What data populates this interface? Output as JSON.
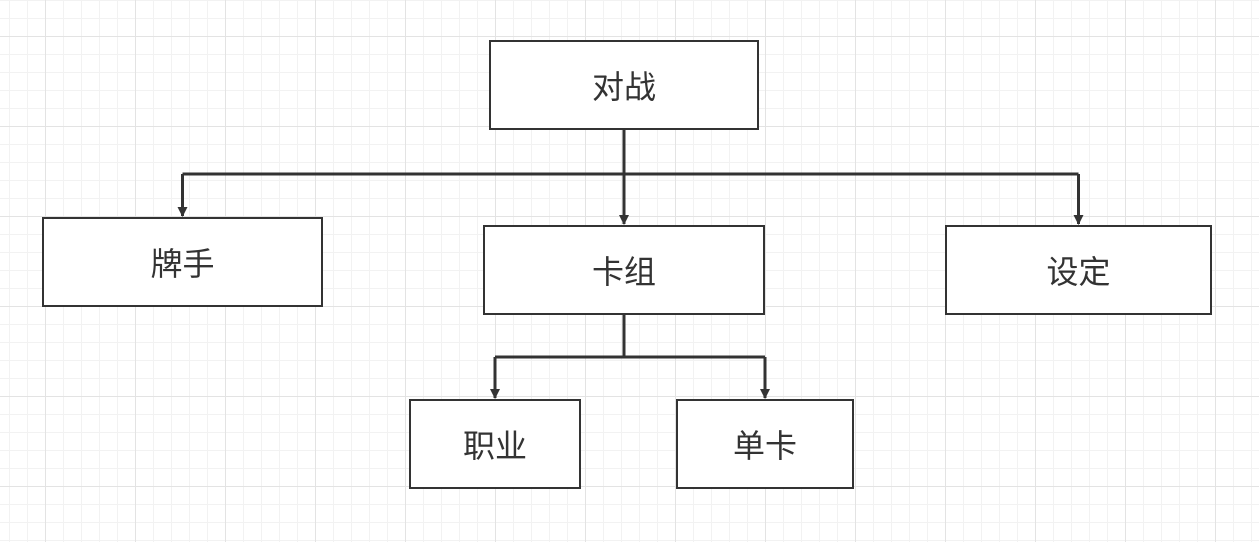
{
  "diagram": {
    "type": "tree",
    "nodes": {
      "root": "对战",
      "hand": "牌手",
      "deck": "卡组",
      "settings": "设定",
      "class": "职业",
      "single_card": "单卡"
    },
    "edges": [
      [
        "root",
        "hand"
      ],
      [
        "root",
        "deck"
      ],
      [
        "root",
        "settings"
      ],
      [
        "deck",
        "class"
      ],
      [
        "deck",
        "single_card"
      ]
    ],
    "colors": {
      "stroke": "#333333",
      "fill": "#ffffff",
      "grid": "#e3e3e3"
    }
  }
}
